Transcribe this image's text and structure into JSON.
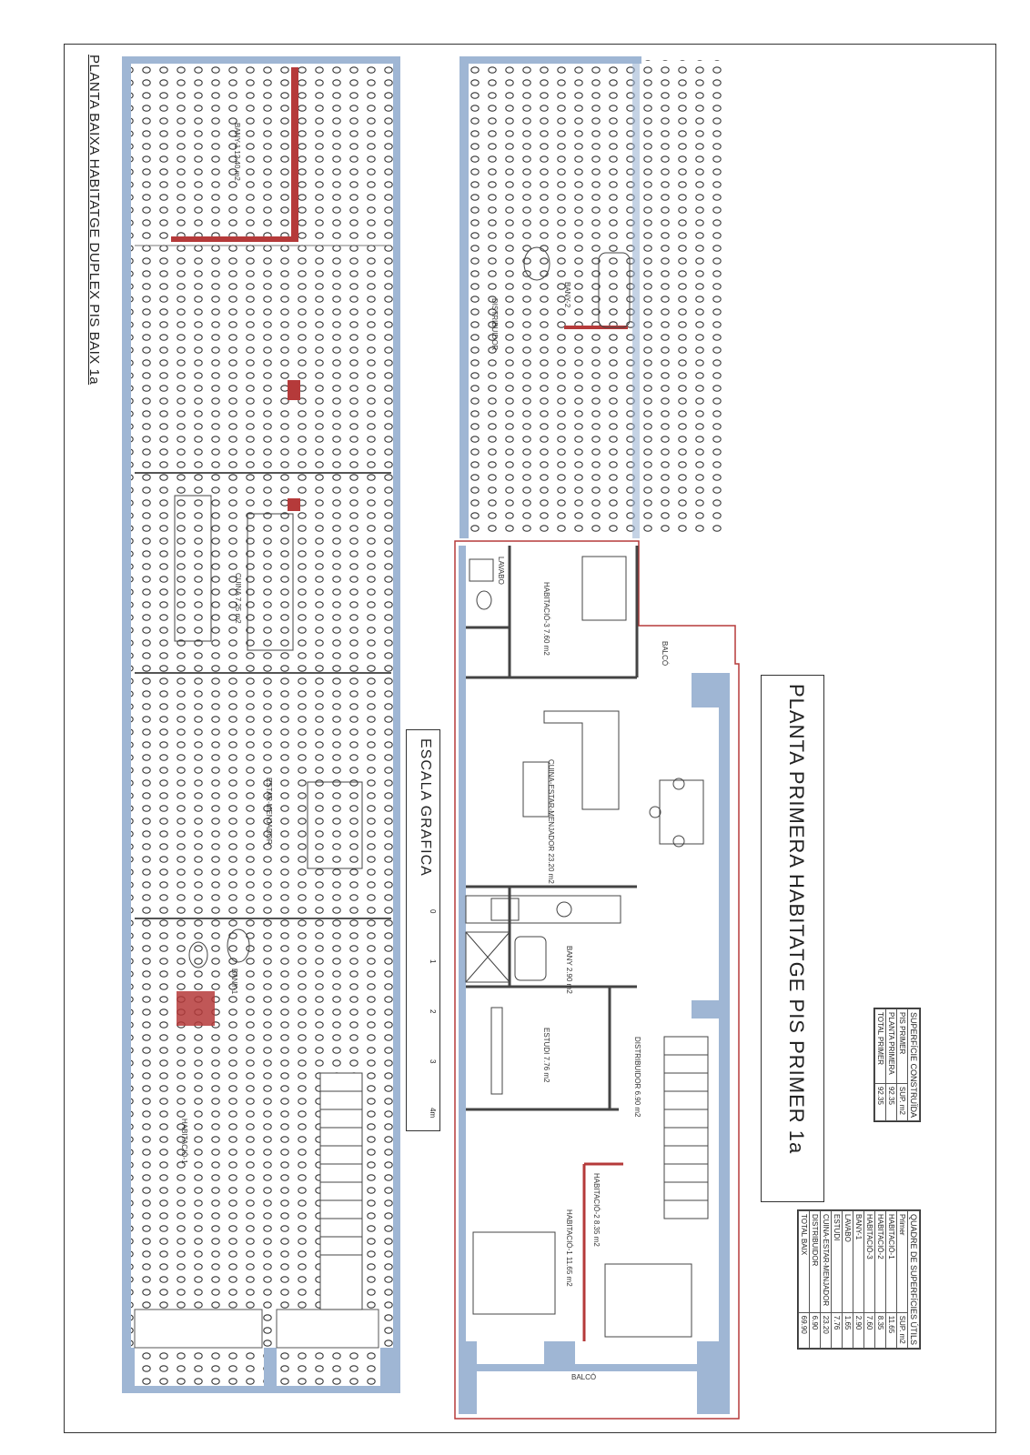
{
  "lower_floor": {
    "title": "PLANTA BAIXA  HABITATGE  DUPLEX  PIS  BAIX  1a",
    "rooms": [
      {
        "name": "BANY-1",
        "area": "12.40 m2"
      },
      {
        "name": "CUINA",
        "area": "7.25 m2"
      },
      {
        "name": "ESTAR-MENJADOR",
        "area": ""
      },
      {
        "name": "BANY-1",
        "area": ""
      },
      {
        "name": "HABITACIÓ-1",
        "area": ""
      }
    ]
  },
  "upper_floor": {
    "title": "PLANTA PRIMERA  HABITATGE  PIS  PRIMER  1a",
    "rooms": [
      {
        "name": "HABITACIÓ-3",
        "area": "7.60 m2"
      },
      {
        "name": "LAVABO",
        "area": ""
      },
      {
        "name": "BALCÓ",
        "area": ""
      },
      {
        "name": "CUINA-ESTAR-MENJADOR",
        "area": "23.20 m2"
      },
      {
        "name": "BANY",
        "area": "2.90 m2"
      },
      {
        "name": "ESTUDI",
        "area": "7.76 m2"
      },
      {
        "name": "DISTRIBUIDOR",
        "area": "6.90 m2"
      },
      {
        "name": "HABITACIÓ-2",
        "area": "8.35 m2"
      },
      {
        "name": "HABITACIÓ-1",
        "area": "11.65 m2"
      },
      {
        "name": "BALCÓ",
        "area": ""
      }
    ],
    "extra_labels": {
      "bany2": "BANY-2",
      "distribuidor": "DISTRIBUIDOR"
    }
  },
  "scale": {
    "title": "ESCALA GRAFICA",
    "ticks": [
      "0",
      "1",
      "2",
      "3",
      "4m"
    ]
  },
  "surface_built": {
    "title": "SUPERFÍCIE  CONSTRUÏDA",
    "header": [
      "PIS PRIMER",
      "SUP. m2"
    ],
    "rows": [
      [
        "PLANTA PRIMERA",
        "92.35"
      ],
      [
        "TOTAL PRIMER",
        "92.35"
      ]
    ]
  },
  "surface_useful": {
    "title": "QUADRE DE SUPERFÍCIES ÚTILS",
    "header": [
      "Primer",
      "SUP. m2"
    ],
    "rows": [
      [
        "HABITACIÓ-1",
        "11.65"
      ],
      [
        "HABITACIÓ-2",
        "8.35"
      ],
      [
        "HABITACIÓ-3",
        "7.60"
      ],
      [
        "BANY-1",
        "2.90"
      ],
      [
        "LAVABO",
        "1.65"
      ],
      [
        "ESTUDI",
        "7.76"
      ],
      [
        "CUINA-ESTAR-MENJADOR",
        "23.20"
      ],
      [
        "DISTRIBUIDOR",
        "6.90"
      ],
      [
        "TOTAL BAIX",
        "69.90"
      ]
    ]
  },
  "colors": {
    "wall": "#9fb6d4",
    "red_wall": "#b53a3a",
    "grid": "#333333"
  }
}
